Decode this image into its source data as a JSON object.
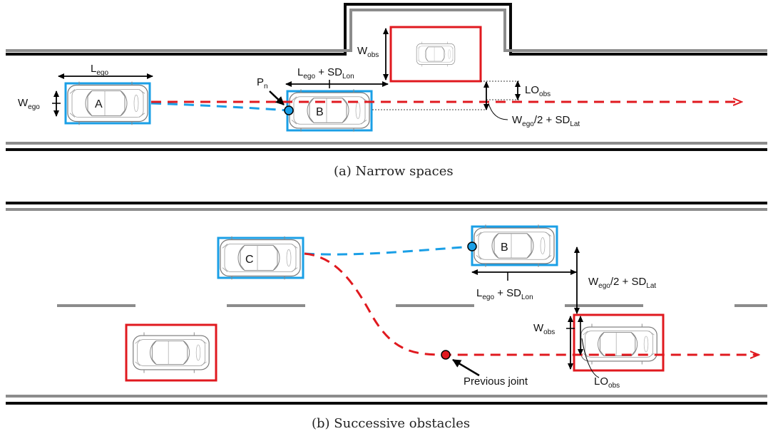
{
  "panel_a": {
    "caption": "(a) Narrow spaces",
    "car_a_label": "A",
    "car_b_label": "B",
    "l_ego": {
      "main": "L",
      "sub": "ego"
    },
    "w_ego": {
      "main": "W",
      "sub": "ego"
    },
    "p_n": {
      "main": "P",
      "sub": "n"
    },
    "l_ego_sd": {
      "a": "L",
      "a_sub": "ego",
      "b": " + SD",
      "b_sub": "Lon"
    },
    "w_obs": {
      "main": "W",
      "sub": "obs"
    },
    "lo_obs": {
      "main": "LO",
      "sub": "obs"
    },
    "w_ego_half": {
      "a": "W",
      "a_sub": "ego",
      "b": "/2 + SD",
      "b_sub": "Lat"
    }
  },
  "panel_b": {
    "caption": "(b) Successive obstacles",
    "car_c_label": "C",
    "car_b_label": "B",
    "l_ego_sd": {
      "a": "L",
      "a_sub": "ego",
      "b": " + SD",
      "b_sub": "Lon"
    },
    "w_ego_half": {
      "a": "W",
      "a_sub": "ego",
      "b": "/2 + SD",
      "b_sub": "Lat"
    },
    "w_obs": {
      "main": "W",
      "sub": "obs"
    },
    "lo_obs": {
      "main": "LO",
      "sub": "obs"
    },
    "previous_joint": "Previous joint"
  },
  "colors": {
    "ego_box": "#1a9fe6",
    "obstacle_box": "#e0191f",
    "path_ego": "#1a9fe6",
    "path_ref": "#e0191f",
    "road_black": "#0a0a0a",
    "road_gray": "#8c8c8c"
  }
}
